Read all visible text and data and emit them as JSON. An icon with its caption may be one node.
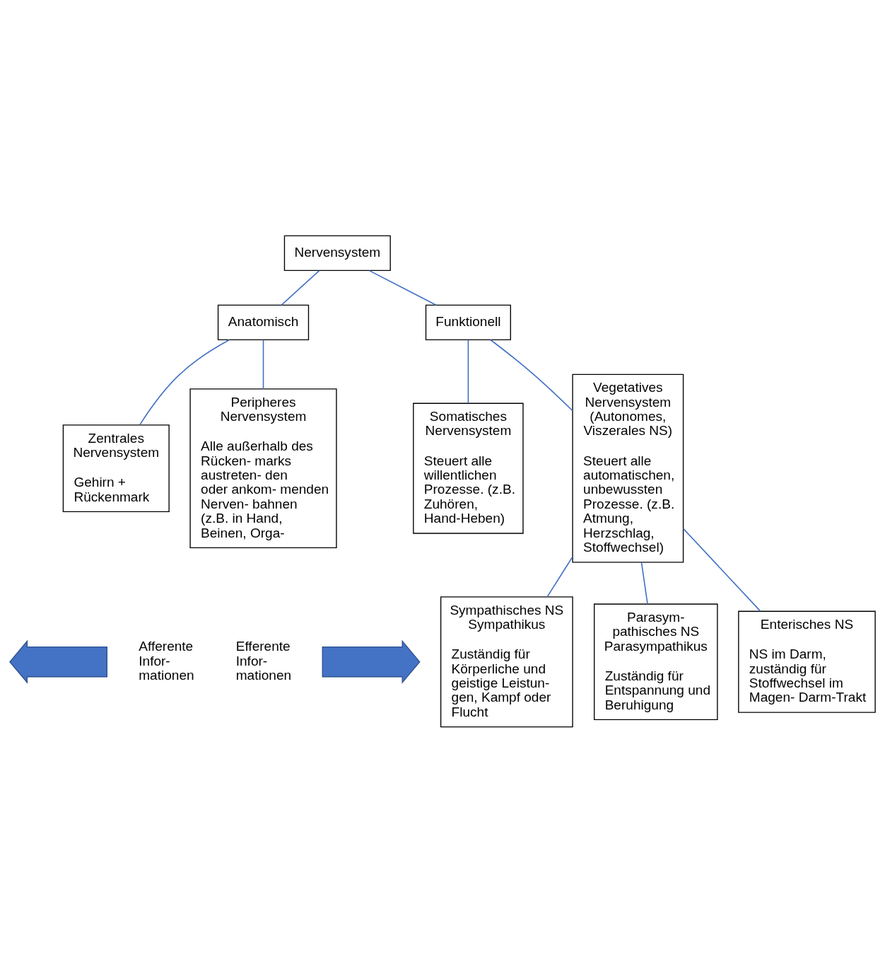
{
  "diagram": {
    "nodes": [
      {
        "text": [
          "Nervensystem"
        ]
      },
      {
        "text": [
          "Anatomisch"
        ]
      },
      {
        "text": [
          "Funktionell"
        ]
      },
      {
        "text": [
          "Zentrales Nervensystem",
          "Gehirn + Rückenmark"
        ]
      },
      {
        "text": [
          "Peripheres Nervensystem",
          "Alle außerhalb des Rücken- marks austreten- den oder ankom- menden Nerven- bahnen (z.B. in Hand, Beinen, Orga-"
        ]
      },
      {
        "text": [
          "Somatisches Nervensystem",
          "Steuert alle willentlichen Prozesse. (z.B. Zuhören, Hand-Heben)"
        ]
      },
      {
        "text": [
          "Vegetatives Nervensystem (Autonomes, Viszerales NS)",
          "Steuert alle automatischen, unbewussten Prozesse. (z.B. Atmung, Herzschlag, Stoffwechsel)"
        ]
      },
      {
        "text": [
          "Sympathisches NS Sympathikus",
          "Zuständig für Körperliche und geistige Leistun- gen, Kampf oder Flucht"
        ]
      },
      {
        "text": [
          "Parasym- pathisches NS Parasympathikus",
          "Zuständig für Entspannung und Beruhigung"
        ]
      },
      {
        "text": [
          "Enterisches NS",
          "NS im Darm, zuständig für Stoffwechsel im Magen- Darm-Trakt"
        ]
      },
      {
        "text": [],
        "shape": "arrow"
      },
      {
        "text": [],
        "shape": "arrow"
      }
    ],
    "edges": [
      {
        "from": 0,
        "to": 1,
        "arrow": "none"
      },
      {
        "from": 0,
        "to": 2,
        "arrow": "none"
      },
      {
        "from": 1,
        "to": 3,
        "arrow": "none"
      },
      {
        "from": 1,
        "to": 4,
        "arrow": "none"
      },
      {
        "from": 2,
        "to": 5,
        "arrow": "none"
      },
      {
        "from": 2,
        "to": 6,
        "arrow": "none"
      },
      {
        "from": 6,
        "to": 7,
        "arrow": "none"
      },
      {
        "from": 6,
        "to": 8,
        "arrow": "none"
      },
      {
        "from": 6,
        "to": 9,
        "arrow": "none"
      }
    ],
    "labels": [
      "Afferente Infor- mationen",
      "Efferente Infor- mationen"
    ]
  }
}
